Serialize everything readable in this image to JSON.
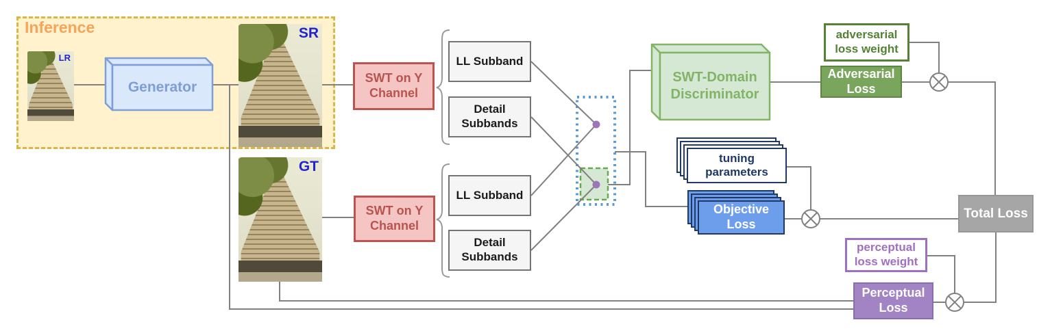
{
  "inference": {
    "title": "Inference"
  },
  "images": {
    "lr": {
      "label": "LR"
    },
    "sr": {
      "label": "SR"
    },
    "gt": {
      "label": "GT"
    }
  },
  "generator": {
    "label": "Generator"
  },
  "nodes": {
    "swt_sr": {
      "lines": [
        "SWT on Y",
        "Channel"
      ]
    },
    "swt_gt": {
      "lines": [
        "SWT on Y",
        "Channel"
      ]
    },
    "sr_ll": {
      "lines": [
        "LL Subband"
      ]
    },
    "sr_detail": {
      "lines": [
        "Detail",
        "Subbands"
      ]
    },
    "gt_ll": {
      "lines": [
        "LL Subband"
      ]
    },
    "gt_detail": {
      "lines": [
        "Detail",
        "Subbands"
      ]
    },
    "discriminator": {
      "lines": [
        "SWT-Domain",
        "Discriminator"
      ]
    },
    "adv_weight": {
      "lines": [
        "adversarial",
        "loss weight"
      ]
    },
    "adv_loss": {
      "lines": [
        "Adversarial",
        "Loss"
      ]
    },
    "tuning": {
      "lines": [
        "tuning",
        "parameters"
      ]
    },
    "objective": {
      "lines": [
        "Objective",
        "Loss"
      ]
    },
    "perc_weight": {
      "lines": [
        "perceptual",
        "loss weight"
      ]
    },
    "perc_loss": {
      "lines": [
        "Perceptual",
        "Loss"
      ]
    },
    "total": {
      "lines": [
        "Total Loss"
      ]
    }
  },
  "colors": {
    "inference_fill": "#fff2cc",
    "inference_border": "#d8b747",
    "inference_title": "#f6a45a",
    "generator_fill": "#dae8fc",
    "generator_stroke": "#7d9ed6",
    "swt_fill": "#f4c5c2",
    "swt_stroke": "#bb544f",
    "subband_fill": "#f5f5f5",
    "subband_stroke": "#737373",
    "dotted_box_blue": "#5b9bd5",
    "detail_group_fill": "#d5e8d4",
    "detail_group_stroke": "#6aa84f",
    "junction_dot": "#9c77b8",
    "discriminator_fill": "#d5e8d4",
    "discriminator_stroke": "#82b366",
    "adv_loss_fill": "#79a65c",
    "adv_weight_stroke": "#538135",
    "tuning_stroke": "#1f3864",
    "objective_fill": "#6d9eeb",
    "perc_loss_fill": "#a283c4",
    "perc_weight_stroke": "#a06fc2",
    "total_loss_fill": "#a6a6a6",
    "wire": "#808080",
    "image_label": "#2323cf"
  }
}
